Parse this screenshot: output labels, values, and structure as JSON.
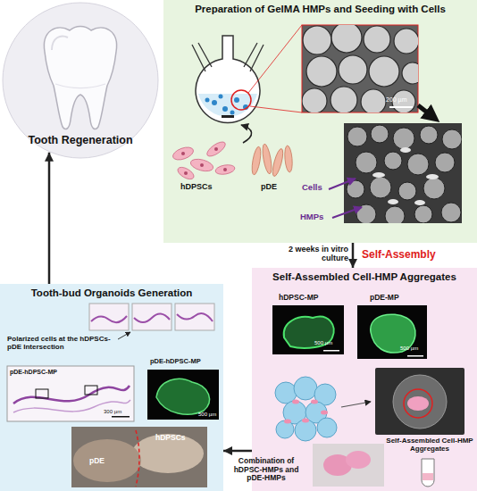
{
  "diagram": {
    "nodes": [
      {
        "text": [
          "Tooth Regeneration"
        ]
      },
      {
        "text": [
          "Preparation of GelMA HMPs and Seeding with Cells"
        ]
      },
      {
        "text": [
          "Tooth-bud Organoids Generation"
        ]
      },
      {
        "text": [
          "Self-Assembled Cell-HMP Aggregates"
        ]
      }
    ],
    "edges": [
      {
        "from": 1,
        "to": 3,
        "arrow": "to",
        "label": "2 weeks in vitro culture"
      },
      {
        "from": 3,
        "to": 2,
        "arrow": "to",
        "label": "Combination of hDPSC-HMPs and pDE-HMPs"
      },
      {
        "from": 2,
        "to": 0,
        "arrow": "to"
      }
    ],
    "labels": [
      "hDPSCs",
      "pDE",
      "Cells",
      "HMPs",
      "200 µm",
      "Self-Assembly",
      "hDPSC-MP",
      "500 µm",
      "pDE-MP",
      "500 µm",
      "Self-Assembled Cell-HMP Aggregates",
      "Polarized cells at the hDPSCs-pDE Intersection",
      "pDE-hDPSC-MP",
      "300 µm",
      "pDE-hDPSC-MP",
      "500 µm",
      "hDPSCs",
      "pDE"
    ]
  }
}
